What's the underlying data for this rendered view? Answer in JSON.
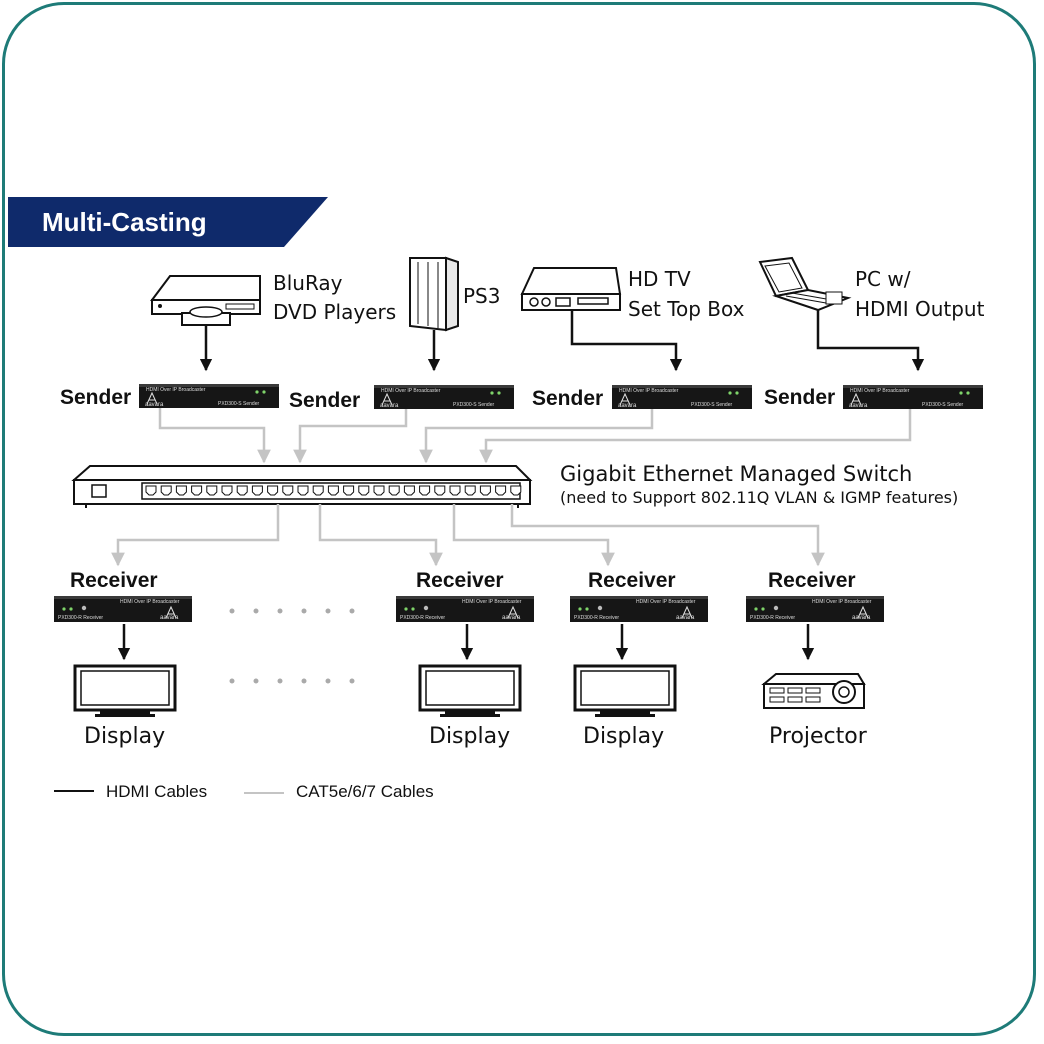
{
  "title": "Multi-Casting",
  "sources": [
    {
      "label_lines": [
        "BluRay",
        "DVD Players"
      ],
      "icon": "bluray-player-icon"
    },
    {
      "label_lines": [
        "PS3"
      ],
      "icon": "ps3-console-icon"
    },
    {
      "label_lines": [
        "HD TV",
        "Set Top Box"
      ],
      "icon": "set-top-box-icon"
    },
    {
      "label_lines": [
        "PC w/",
        "HDMI Output"
      ],
      "icon": "laptop-icon"
    }
  ],
  "sender_label": "Sender",
  "device_header_text": "HDMI Over IP Broadcaster",
  "sender_model": "PXD300-S  Sender",
  "receiver_model": "PXD300-R  Receiver",
  "brand": "aavara",
  "switch": {
    "title": "Gigabit Ethernet Managed Switch",
    "subtitle": "(need to Support 802.11Q VLAN & IGMP features)"
  },
  "receiver_label": "Receiver",
  "outputs": [
    {
      "label": "Display",
      "icon": "display-icon"
    },
    {
      "label": "Display",
      "icon": "display-icon"
    },
    {
      "label": "Display",
      "icon": "display-icon"
    },
    {
      "label": "Projector",
      "icon": "projector-icon"
    }
  ],
  "legend": {
    "hdmi": "HDMI Cables",
    "cat": "CAT5e/6/7 Cables"
  },
  "colors": {
    "frame": "#1e7b78",
    "banner": "#0f2a6b",
    "hdmi_cable": "#111111",
    "cat_cable": "#c4c4c4"
  }
}
